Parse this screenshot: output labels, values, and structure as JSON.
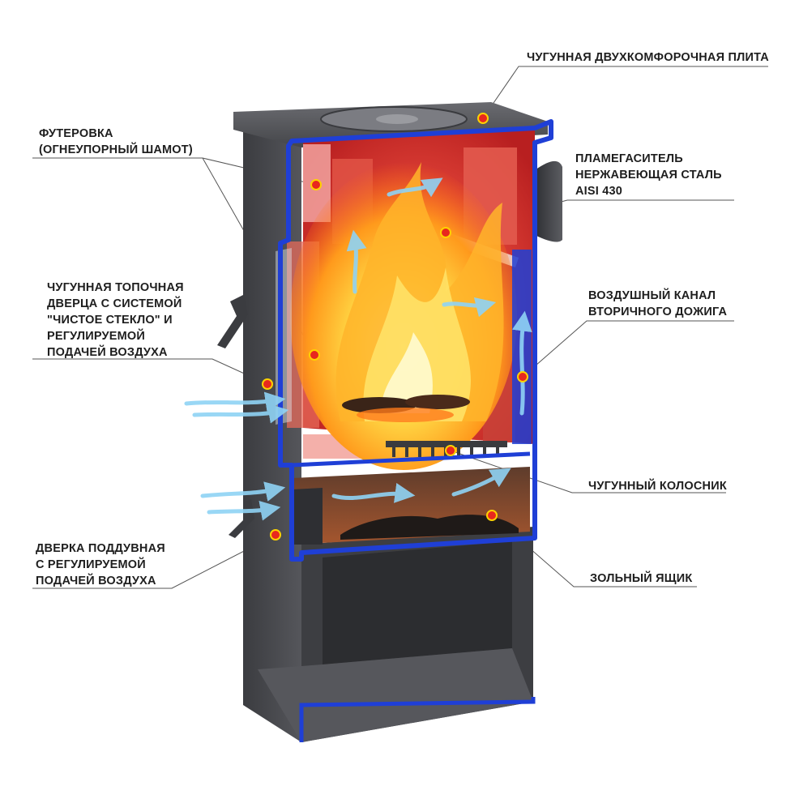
{
  "diagram": {
    "callouts": {
      "lining": {
        "lines": [
          "ФУТЕРОВКА",
          "(ОГНЕУПОРНЫЙ ШАМОТ)"
        ]
      },
      "firebox_door": {
        "lines": [
          "ЧУГУННАЯ ТОПОЧНАЯ",
          "ДВЕРЦА С СИСТЕМОЙ",
          "\"ЧИСТОЕ СТЕКЛО\" И",
          "РЕГУЛИРУЕМОЙ",
          "ПОДАЧЕЙ ВОЗДУХА"
        ]
      },
      "ash_door": {
        "lines": [
          "ДВЕРКА ПОДДУВНАЯ",
          "С РЕГУЛИРУЕМОЙ",
          "ПОДАЧЕЙ ВОЗДУХА"
        ]
      },
      "cooktop": {
        "lines": [
          "ЧУГУННАЯ ДВУХКОМФОРОЧНАЯ ПЛИТА"
        ]
      },
      "flame_arrester": {
        "lines": [
          "ПЛАМЕГАСИТЕЛЬ",
          "НЕРЖАВЕЮЩАЯ СТАЛЬ",
          "AISI 430"
        ]
      },
      "air_channel": {
        "lines": [
          "ВОЗДУШНЫЙ КАНАЛ",
          "ВТОРИЧНОГО ДОЖИГА"
        ]
      },
      "grate": {
        "lines": [
          "ЧУГУННЫЙ КОЛОСНИК"
        ]
      },
      "ash_box": {
        "lines": [
          "ЗОЛЬНЫЙ ЯЩИК"
        ]
      }
    },
    "colors": {
      "body": "#4a4b4f",
      "body_dark": "#3a3b3e",
      "section_edge": "#1f3fd6",
      "chamber_red": "#d8322a",
      "chamber_light": "#f08070",
      "flame_yellow": "#ffd23a",
      "flame_orange": "#ff8a1a",
      "marker": "#e8281e",
      "marker_ring": "#ffd200",
      "airflow": "#8fd3f5",
      "leader": "#555555"
    }
  }
}
